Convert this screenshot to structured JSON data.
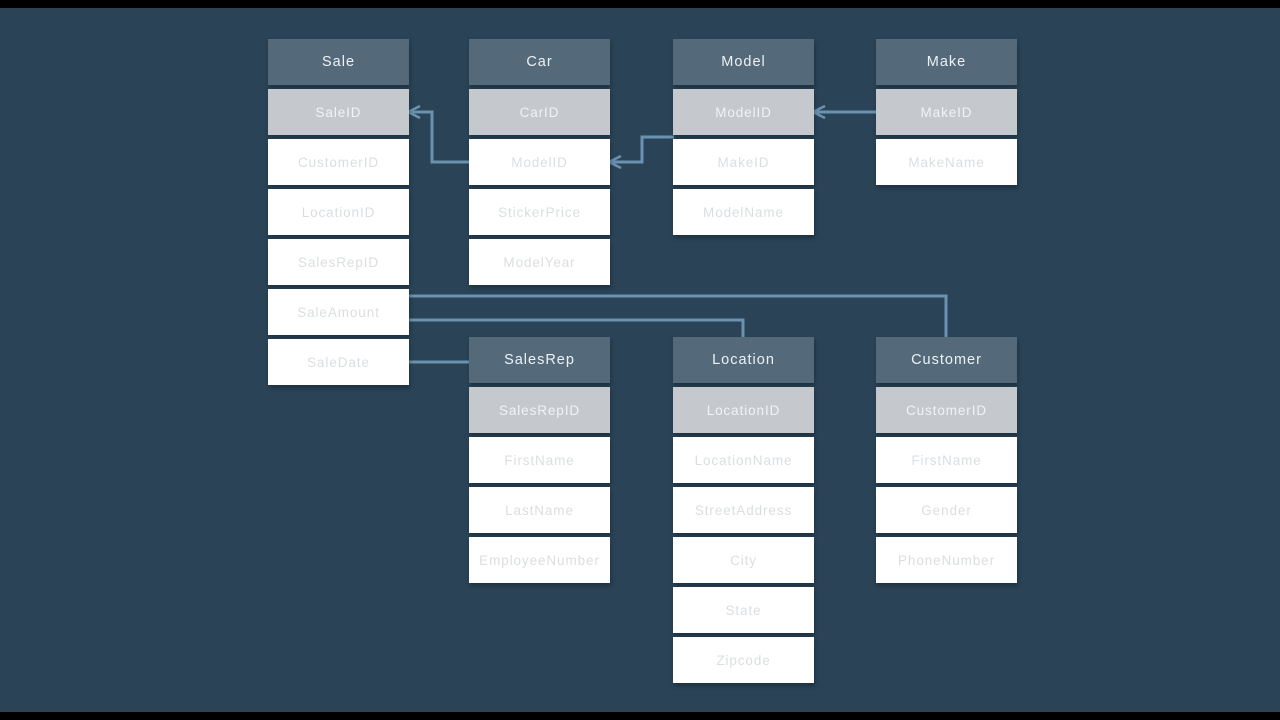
{
  "page": {
    "background": "#2a4356",
    "letterbox_color": "#000000"
  },
  "colors": {
    "table_header_bg": "#546a7b",
    "table_header_text": "#edf1f3",
    "primary_key_row_bg": "#c5c9cd",
    "primary_key_row_text": "#f1f3f4",
    "row_bg": "#ffffff",
    "row_text": "#dbdee0",
    "connector": "#6b93b1"
  },
  "diagram": {
    "tables": [
      {
        "title": "Sale",
        "fields": [
          "SaleID",
          "CustomerID",
          "LocationID",
          "SalesRepID",
          "SaleAmount",
          "SaleDate"
        ]
      },
      {
        "title": "Car",
        "fields": [
          "CarID",
          "ModelID",
          "StickerPrice",
          "ModelYear"
        ]
      },
      {
        "title": "Model",
        "fields": [
          "ModelID",
          "MakeID",
          "ModelName"
        ]
      },
      {
        "title": "Make",
        "fields": [
          "MakeID",
          "MakeName"
        ]
      },
      {
        "title": "SalesRep",
        "fields": [
          "SalesRepID",
          "FirstName",
          "LastName",
          "EmployeeNumber"
        ]
      },
      {
        "title": "Location",
        "fields": [
          "LocationID",
          "LocationName",
          "StreetAddress",
          "City",
          "State",
          "Zipcode"
        ]
      },
      {
        "title": "Customer",
        "fields": [
          "CustomerID",
          "FirstName",
          "Gender",
          "PhoneNumber"
        ]
      }
    ],
    "relationships": [
      {
        "from": "Sale.SaleID",
        "to": "Car.ModelID"
      },
      {
        "from": "Car.ModelID",
        "to": "Model"
      },
      {
        "from": "Model.ModelID",
        "to": "Make.MakeID"
      },
      {
        "from": "Sale.SaleAmount",
        "to": "Customer"
      },
      {
        "from": "Sale.SaleAmount",
        "to": "Location"
      },
      {
        "from": "Sale.SaleDate",
        "to": "SalesRep"
      }
    ]
  }
}
